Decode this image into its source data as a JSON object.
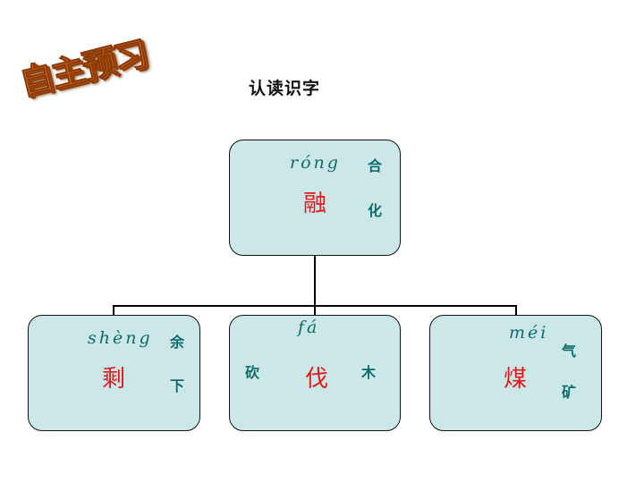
{
  "badge": {
    "text": "自主预习"
  },
  "title": "认读识字",
  "top_node": {
    "pinyin": "róng",
    "char": "融",
    "words": [
      "合",
      "化"
    ]
  },
  "children": [
    {
      "pinyin": "shèng",
      "char": "剩",
      "words": [
        "余",
        "下"
      ]
    },
    {
      "pinyin": "fá",
      "char": "伐",
      "words": [
        "砍",
        "木"
      ]
    },
    {
      "pinyin": "méi",
      "char": "煤",
      "words": [
        "气",
        "矿"
      ]
    }
  ],
  "colors": {
    "box_fill": "#cce7e8",
    "hanzi": "#e01a1a",
    "pinyin": "#0f6b6b",
    "badge": "#e8741a"
  }
}
